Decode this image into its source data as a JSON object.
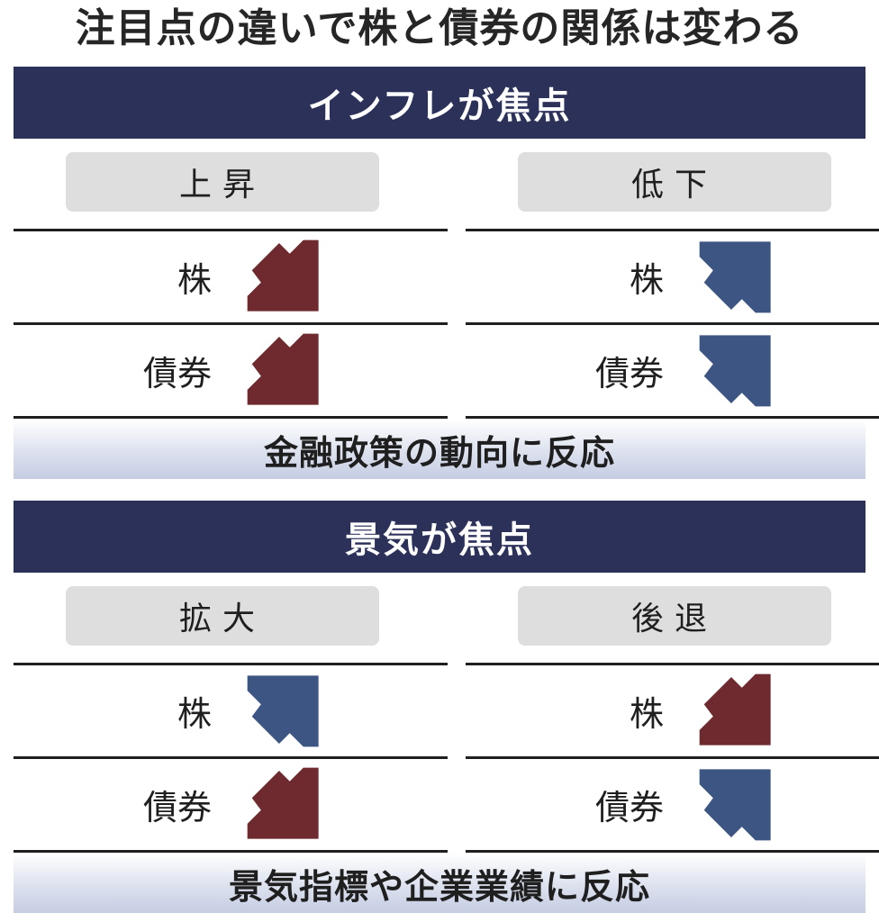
{
  "title": "注目点の違いで株と債券の関係は変わる",
  "colors": {
    "header_bg": "#2b3159",
    "up_arrow": "#3d5582",
    "down_arrow": "#6e2a2e",
    "label_bg": "#dedede"
  },
  "sections": [
    {
      "header": "インフレが焦点",
      "columns": [
        {
          "label": "上昇",
          "rows": [
            {
              "label": "株",
              "direction": "down",
              "icon": "arrow-down-right-icon"
            },
            {
              "label": "債券",
              "direction": "down",
              "icon": "arrow-down-right-icon"
            }
          ]
        },
        {
          "label": "低下",
          "rows": [
            {
              "label": "株",
              "direction": "up",
              "icon": "arrow-up-right-icon"
            },
            {
              "label": "債券",
              "direction": "up",
              "icon": "arrow-up-right-icon"
            }
          ]
        }
      ],
      "footer": "金融政策の動向に反応"
    },
    {
      "header": "景気が焦点",
      "columns": [
        {
          "label": "拡大",
          "rows": [
            {
              "label": "株",
              "direction": "up",
              "icon": "arrow-up-right-icon"
            },
            {
              "label": "債券",
              "direction": "down",
              "icon": "arrow-down-right-icon"
            }
          ]
        },
        {
          "label": "後退",
          "rows": [
            {
              "label": "株",
              "direction": "down",
              "icon": "arrow-down-right-icon"
            },
            {
              "label": "債券",
              "direction": "up",
              "icon": "arrow-up-right-icon"
            }
          ]
        }
      ],
      "footer": "景気指標や企業業績に反応"
    }
  ]
}
